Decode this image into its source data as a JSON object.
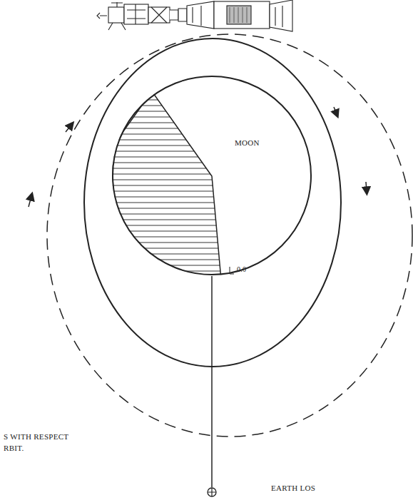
{
  "diagram": {
    "nodes": [
      {
        "text": [
          "MOON"
        ]
      }
    ],
    "labels": [
      "0.0",
      "S WITH RESPECT",
      "RBIT.",
      "EARTH LOS"
    ]
  }
}
